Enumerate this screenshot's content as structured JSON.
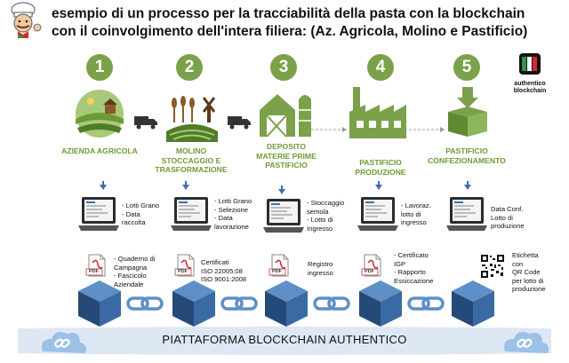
{
  "title": {
    "line1": "esempio di un processo per la tracciabilità della pasta con la blockchain",
    "line2": "con il coinvolgimento dell'intera filiera: (Az. Agricola, Molino e Pastificio)"
  },
  "logo": {
    "line1": "authentico",
    "line2": "blockchain"
  },
  "steps": [
    {
      "num": "1",
      "label": [
        "AZIENDA AGRICOLA"
      ]
    },
    {
      "num": "2",
      "label": [
        "MOLINO",
        "STOCCAGGIO E",
        "TRASFORMAZIONE"
      ]
    },
    {
      "num": "3",
      "label": [
        "DEPOSITO",
        "MATERIE PRIME",
        "PASTIFICIO"
      ]
    },
    {
      "num": "4",
      "label": [
        "PASTIFICIO",
        "PRODUZIONE"
      ]
    },
    {
      "num": "5",
      "label": [
        "PASTIFICIO",
        "CONFEZIONAMENTO"
      ]
    }
  ],
  "data_notes": [
    [
      "- Lotti Grano",
      "- Data",
      "  raccolta"
    ],
    [
      "- Lotti Grano",
      "- Selezione",
      "- Data",
      "  lavorazione"
    ],
    [
      "- Stoccaggio",
      "  semola",
      "- Lotto di",
      "  Ingresso"
    ],
    [
      "- Lavoraz.",
      "  lotto di",
      "  ingresso"
    ],
    [
      "Data Conf.",
      "Lotto di",
      "produzione"
    ]
  ],
  "doc_notes": [
    [
      "- Quaderno di",
      "  Campagna",
      "- Fascicolo",
      "  Aziendale"
    ],
    [
      "Certificati",
      "ISO 22005:08",
      "ISO 9001:2008"
    ],
    [
      "Registro",
      "ingresso"
    ],
    [
      "- Certificato",
      "  IGP",
      "- Rapporto",
      "  Essiccazione"
    ],
    [
      "Etichetta",
      "con",
      "QR Code",
      "per lotto di",
      "produzione"
    ]
  ],
  "pdf_label": "PDF",
  "platform": "PIATTAFORMA BLOCKCHAIN AUTHENTICO",
  "colors": {
    "green": "#7ba14a",
    "blue": "#3b6fb0",
    "cube_dark": "#264a77",
    "cube_mid": "#3a6aa3",
    "cube_light": "#5e8fc7",
    "pdf_red": "#c83232"
  }
}
